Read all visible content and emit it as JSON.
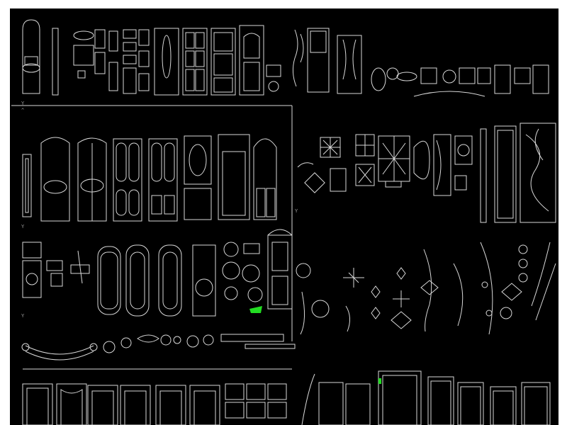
{
  "drawing": {
    "background": "#000000",
    "line_color": "#d8d8d8",
    "highlight_color": "#22dd22",
    "axis_markers": [
      {
        "id": "ucs-1",
        "label": "Y"
      },
      {
        "id": "ucs-2",
        "label": "Y"
      },
      {
        "id": "ucs-3",
        "label": "Y"
      },
      {
        "id": "ucs-4",
        "label": "Y"
      }
    ],
    "sections": [
      "carved-panels-row-1",
      "carved-doors-row-2",
      "lattice-screens",
      "carved-ornaments-row-3",
      "curved-line-ornaments",
      "frieze-and-medallions",
      "glass-doors-row-4",
      "door-frames-elevation"
    ]
  }
}
